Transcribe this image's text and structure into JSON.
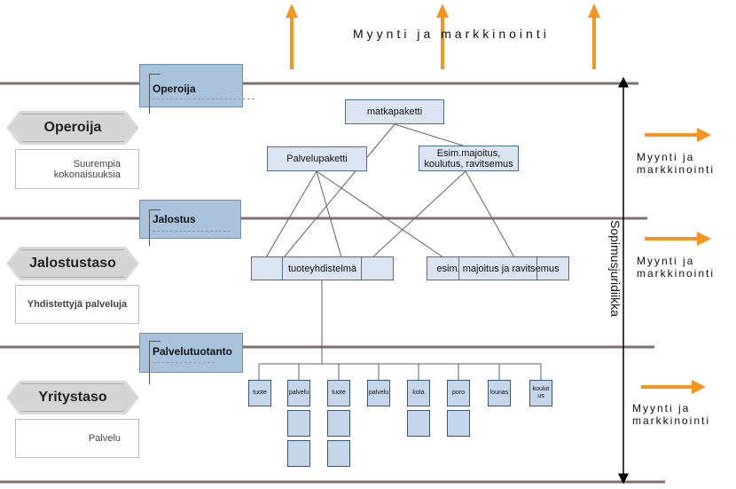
{
  "top_title": "Myynti ja markkinointi",
  "side_sales": [
    "Myynti ja markkinointi",
    "Myynti ja markkinointi",
    "Myynti ja markkinointi"
  ],
  "levels": [
    {
      "tag": "Operoija",
      "banner": "Operoija",
      "description": "Suurempia kokonaisuuksia"
    },
    {
      "tag": "Jalostus",
      "banner": "Jalostustaso",
      "description": "Yhdistettyjä palveluja"
    },
    {
      "tag": "Palvelutuotanto",
      "banner": "Yritystaso",
      "description": "Palvelu"
    }
  ],
  "vertical_label": "Sopimusjuridiikka",
  "boxes": {
    "matkapaketti": "matkapaketti",
    "palvelupaketti": "Palvelupaketti",
    "esim_majoitus": "Esim.majoitus, koulutus, ravitsemus",
    "tuoteyhdistelma": "tuoteyhdistelmä",
    "esim_majoitus_ravitsemus": "esim. majoitus ja ravitsemus"
  },
  "small_boxes": [
    "tuote",
    "palvelu",
    "tuote",
    "palvelu",
    "kota",
    "poro",
    "lounas",
    "koulut us"
  ],
  "colors": {
    "arrow": "#f7941d",
    "line": "#7f6f6f",
    "tag": "#a9c3dc",
    "box": "#dbe5f1"
  }
}
